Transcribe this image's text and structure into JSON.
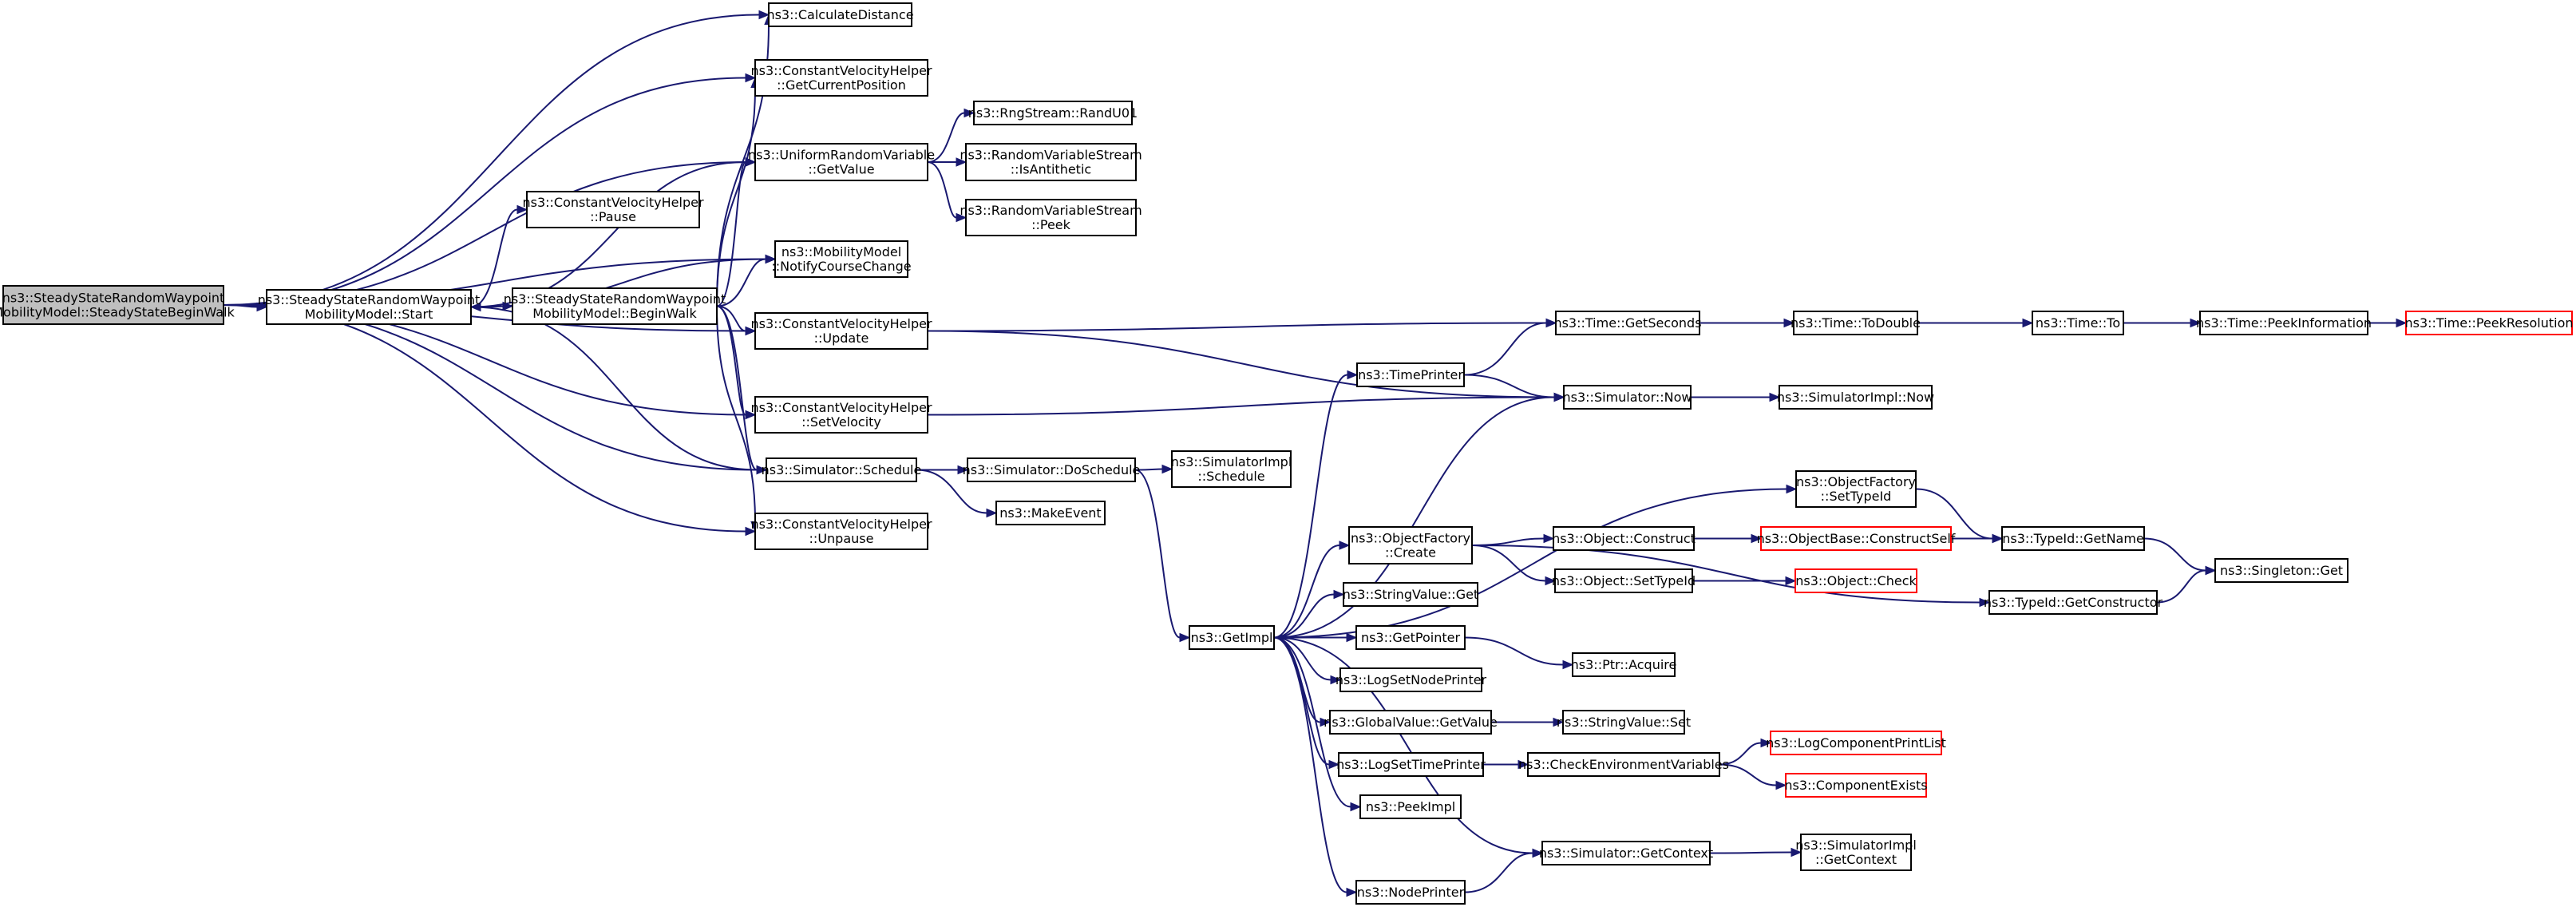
{
  "colors": {
    "edge": "#191970",
    "root_fill": "#bfbfbf",
    "node_border": "#000000",
    "truncated_border": "#ff0000"
  },
  "nodes": {
    "begin_walk_root": {
      "lines": [
        "ns3::SteadyStateRandomWaypoint",
        "MobilityModel::SteadyStateBeginWalk"
      ],
      "kind": "root"
    },
    "start": {
      "lines": [
        "ns3::SteadyStateRandomWaypoint",
        "MobilityModel::Start"
      ]
    },
    "begin_walk": {
      "lines": [
        "ns3::SteadyStateRandomWaypoint",
        "MobilityModel::BeginWalk"
      ]
    },
    "calc_distance": {
      "lines": [
        "ns3::CalculateDistance"
      ]
    },
    "get_current_position": {
      "lines": [
        "ns3::ConstantVelocityHelper",
        "::GetCurrentPosition"
      ]
    },
    "uniform_get_value": {
      "lines": [
        "ns3::UniformRandomVariable",
        "::GetValue"
      ]
    },
    "pause": {
      "lines": [
        "ns3::ConstantVelocityHelper",
        "::Pause"
      ]
    },
    "notify_course_change": {
      "lines": [
        "ns3::MobilityModel",
        "::NotifyCourseChange"
      ]
    },
    "cvh_update": {
      "lines": [
        "ns3::ConstantVelocityHelper",
        "::Update"
      ]
    },
    "cvh_set_velocity": {
      "lines": [
        "ns3::ConstantVelocityHelper",
        "::SetVelocity"
      ]
    },
    "sim_schedule": {
      "lines": [
        "ns3::Simulator::Schedule"
      ]
    },
    "cvh_unpause": {
      "lines": [
        "ns3::ConstantVelocityHelper",
        "::Unpause"
      ]
    },
    "rand_u01": {
      "lines": [
        "ns3::RngStream::RandU01"
      ]
    },
    "is_antithetic": {
      "lines": [
        "ns3::RandomVariableStream",
        "::IsAntithetic"
      ]
    },
    "rvs_peek": {
      "lines": [
        "ns3::RandomVariableStream",
        "::Peek"
      ]
    },
    "do_schedule": {
      "lines": [
        "ns3::Simulator::DoSchedule"
      ]
    },
    "make_event": {
      "lines": [
        "ns3::MakeEvent"
      ]
    },
    "simimpl_schedule": {
      "lines": [
        "ns3::SimulatorImpl",
        "::Schedule"
      ]
    },
    "get_impl": {
      "lines": [
        "ns3::GetImpl"
      ]
    },
    "time_printer": {
      "lines": [
        "ns3::TimePrinter"
      ]
    },
    "object_factory_create": {
      "lines": [
        "ns3::ObjectFactory",
        "::Create"
      ]
    },
    "string_value_get": {
      "lines": [
        "ns3::StringValue::Get"
      ]
    },
    "get_pointer": {
      "lines": [
        "ns3::GetPointer"
      ]
    },
    "log_set_node_printer": {
      "lines": [
        "ns3::LogSetNodePrinter"
      ]
    },
    "global_value_get_value": {
      "lines": [
        "ns3::GlobalValue::GetValue"
      ]
    },
    "log_set_time_printer": {
      "lines": [
        "ns3::LogSetTimePrinter"
      ]
    },
    "peek_impl": {
      "lines": [
        "ns3::PeekImpl"
      ]
    },
    "node_printer": {
      "lines": [
        "ns3::NodePrinter"
      ]
    },
    "time_get_seconds": {
      "lines": [
        "ns3::Time::GetSeconds"
      ]
    },
    "sim_now": {
      "lines": [
        "ns3::Simulator::Now"
      ]
    },
    "object_construct": {
      "lines": [
        "ns3::Object::Construct"
      ]
    },
    "object_set_type_id": {
      "lines": [
        "ns3::Object::SetTypeId"
      ]
    },
    "ptr_acquire": {
      "lines": [
        "ns3::Ptr::Acquire"
      ]
    },
    "string_value_set": {
      "lines": [
        "ns3::StringValue::Set"
      ]
    },
    "check_env_vars": {
      "lines": [
        "ns3::CheckEnvironmentVariables"
      ]
    },
    "sim_get_context": {
      "lines": [
        "ns3::Simulator::GetContext"
      ]
    },
    "time_to_double": {
      "lines": [
        "ns3::Time::ToDouble"
      ]
    },
    "simimpl_now": {
      "lines": [
        "ns3::SimulatorImpl::Now"
      ]
    },
    "of_set_type_id": {
      "lines": [
        "ns3::ObjectFactory",
        "::SetTypeId"
      ]
    },
    "construct_self": {
      "lines": [
        "ns3::ObjectBase::ConstructSelf"
      ],
      "kind": "trunc"
    },
    "object_check": {
      "lines": [
        "ns3::Object::Check"
      ],
      "kind": "trunc"
    },
    "log_component_print_list": {
      "lines": [
        "ns3::LogComponentPrintList"
      ],
      "kind": "trunc"
    },
    "component_exists": {
      "lines": [
        "ns3::ComponentExists"
      ],
      "kind": "trunc"
    },
    "simimpl_get_context": {
      "lines": [
        "ns3::SimulatorImpl",
        "::GetContext"
      ]
    },
    "time_to": {
      "lines": [
        "ns3::Time::To"
      ]
    },
    "type_id_get_name": {
      "lines": [
        "ns3::TypeId::GetName"
      ]
    },
    "type_id_get_constructor": {
      "lines": [
        "ns3::TypeId::GetConstructor"
      ]
    },
    "peek_information": {
      "lines": [
        "ns3::Time::PeekInformation"
      ]
    },
    "singleton_get": {
      "lines": [
        "ns3::Singleton::Get"
      ]
    },
    "peek_resolution": {
      "lines": [
        "ns3::Time::PeekResolution"
      ],
      "kind": "trunc"
    }
  },
  "edges": [
    [
      "begin_walk_root",
      "calc_distance"
    ],
    [
      "begin_walk_root",
      "get_current_position"
    ],
    [
      "begin_walk_root",
      "uniform_get_value"
    ],
    [
      "begin_walk_root",
      "notify_course_change"
    ],
    [
      "begin_walk_root",
      "start"
    ],
    [
      "begin_walk_root",
      "cvh_update"
    ],
    [
      "begin_walk_root",
      "cvh_set_velocity"
    ],
    [
      "begin_walk_root",
      "sim_schedule"
    ],
    [
      "begin_walk_root",
      "cvh_unpause"
    ],
    [
      "start",
      "uniform_get_value"
    ],
    [
      "start",
      "pause"
    ],
    [
      "start",
      "notify_course_change"
    ],
    [
      "start",
      "begin_walk"
    ],
    [
      "start",
      "sim_schedule"
    ],
    [
      "begin_walk",
      "start"
    ],
    [
      "begin_walk",
      "calc_distance"
    ],
    [
      "begin_walk",
      "get_current_position"
    ],
    [
      "begin_walk",
      "uniform_get_value"
    ],
    [
      "begin_walk",
      "notify_course_change"
    ],
    [
      "begin_walk",
      "cvh_update"
    ],
    [
      "begin_walk",
      "cvh_set_velocity"
    ],
    [
      "begin_walk",
      "sim_schedule"
    ],
    [
      "begin_walk",
      "cvh_unpause"
    ],
    [
      "uniform_get_value",
      "rand_u01"
    ],
    [
      "uniform_get_value",
      "is_antithetic"
    ],
    [
      "uniform_get_value",
      "rvs_peek"
    ],
    [
      "cvh_update",
      "time_get_seconds"
    ],
    [
      "cvh_update",
      "sim_now"
    ],
    [
      "cvh_set_velocity",
      "sim_now"
    ],
    [
      "sim_schedule",
      "do_schedule"
    ],
    [
      "sim_schedule",
      "make_event"
    ],
    [
      "do_schedule",
      "simimpl_schedule"
    ],
    [
      "do_schedule",
      "get_impl"
    ],
    [
      "get_impl",
      "time_printer"
    ],
    [
      "get_impl",
      "object_factory_create"
    ],
    [
      "get_impl",
      "string_value_get"
    ],
    [
      "get_impl",
      "get_pointer"
    ],
    [
      "get_impl",
      "log_set_node_printer"
    ],
    [
      "get_impl",
      "global_value_get_value"
    ],
    [
      "get_impl",
      "log_set_time_printer"
    ],
    [
      "get_impl",
      "peek_impl"
    ],
    [
      "get_impl",
      "node_printer"
    ],
    [
      "get_impl",
      "sim_now"
    ],
    [
      "get_impl",
      "sim_get_context"
    ],
    [
      "get_impl",
      "of_set_type_id"
    ],
    [
      "time_printer",
      "time_get_seconds"
    ],
    [
      "time_printer",
      "sim_now"
    ],
    [
      "time_get_seconds",
      "time_to_double"
    ],
    [
      "time_to_double",
      "time_to"
    ],
    [
      "time_to",
      "peek_information"
    ],
    [
      "peek_information",
      "peek_resolution"
    ],
    [
      "sim_now",
      "simimpl_now"
    ],
    [
      "object_factory_create",
      "object_construct"
    ],
    [
      "object_factory_create",
      "object_set_type_id"
    ],
    [
      "object_factory_create",
      "type_id_get_constructor"
    ],
    [
      "object_construct",
      "construct_self"
    ],
    [
      "construct_self",
      "type_id_get_name"
    ],
    [
      "object_set_type_id",
      "object_check"
    ],
    [
      "of_set_type_id",
      "type_id_get_name"
    ],
    [
      "type_id_get_name",
      "singleton_get"
    ],
    [
      "type_id_get_constructor",
      "singleton_get"
    ],
    [
      "get_pointer",
      "ptr_acquire"
    ],
    [
      "global_value_get_value",
      "string_value_set"
    ],
    [
      "log_set_time_printer",
      "check_env_vars"
    ],
    [
      "check_env_vars",
      "log_component_print_list"
    ],
    [
      "check_env_vars",
      "component_exists"
    ],
    [
      "node_printer",
      "sim_get_context"
    ],
    [
      "sim_get_context",
      "simimpl_get_context"
    ]
  ]
}
